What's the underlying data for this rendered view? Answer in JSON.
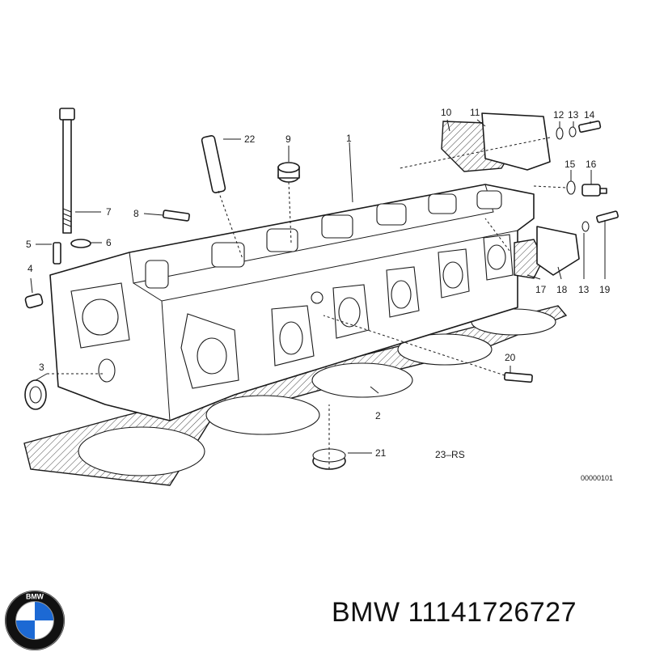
{
  "callouts": {
    "c1": "1",
    "c2": "2",
    "c3": "3",
    "c4": "4",
    "c5": "5",
    "c6": "6",
    "c7": "7",
    "c8": "8",
    "c9": "9",
    "c10": "10",
    "c11": "11",
    "c12": "12",
    "c13a": "13",
    "c14": "14",
    "c15": "15",
    "c16": "16",
    "c17": "17",
    "c18": "18",
    "c13b": "13",
    "c19": "19",
    "c20": "20",
    "c21": "21",
    "c22": "22"
  },
  "set_label": "23–RS",
  "diagram_ref": "00000101",
  "footer": {
    "brand": "BMW",
    "part_number": "11141726727",
    "part_text": "BMW 11141726727",
    "logo_letters": "BMW",
    "logo_colors": {
      "ring": "#111111",
      "blue": "#1c69d4",
      "white": "#ffffff"
    }
  }
}
